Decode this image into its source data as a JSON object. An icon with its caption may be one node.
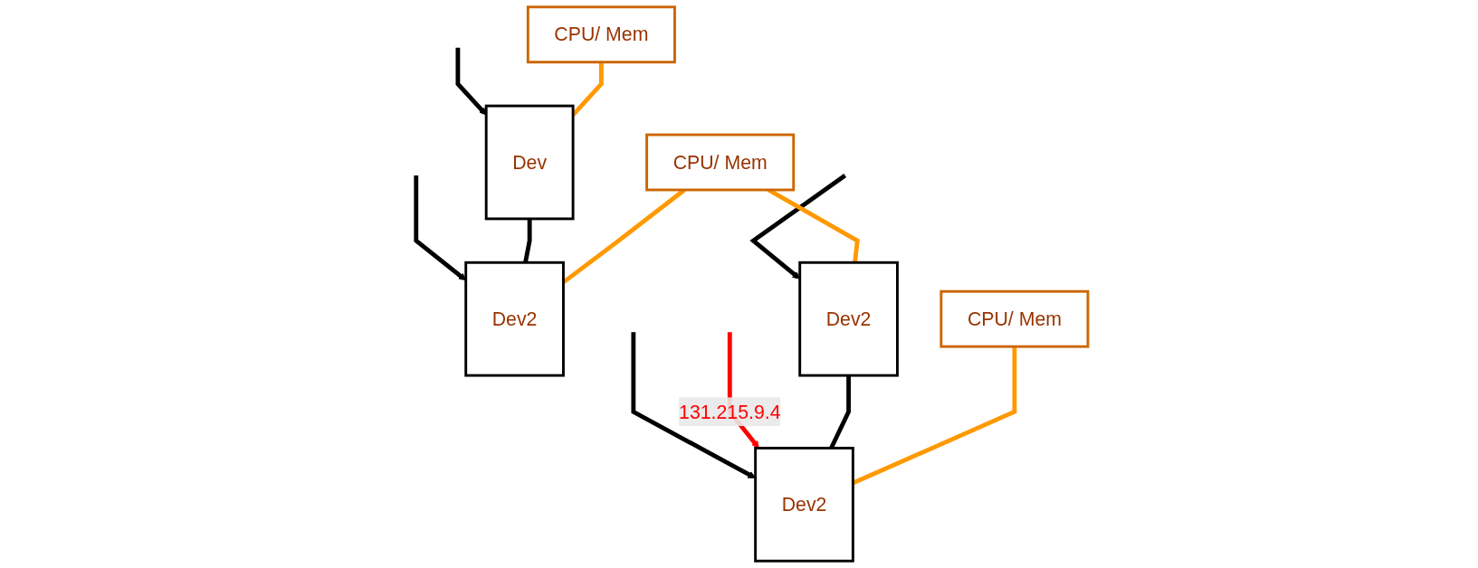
{
  "diagram": {
    "nodes": [
      {
        "text": [
          "CPU/ Mem"
        ]
      },
      {
        "text": [
          "Dev"
        ]
      },
      {
        "text": [
          "Dev2"
        ]
      },
      {
        "text": [
          "CPU/ Mem"
        ]
      },
      {
        "text": [
          "Dev2"
        ]
      },
      {
        "text": [
          "Dev2"
        ]
      },
      {
        "text": [
          "CPU/ Mem"
        ]
      }
    ],
    "edges": [
      {
        "from": null,
        "to": 1,
        "arrow": "to"
      },
      {
        "from": null,
        "to": 2,
        "arrow": "to"
      },
      {
        "from": null,
        "to": 4,
        "arrow": "to"
      },
      {
        "from": null,
        "to": 5,
        "arrow": "to"
      },
      {
        "from": null,
        "to": 5,
        "arrow": "to",
        "label": "131.215.9.4",
        "color": "#ff0000"
      },
      {
        "from": 1,
        "to": 2,
        "arrow": "none"
      },
      {
        "from": 4,
        "to": 5,
        "arrow": "none"
      },
      {
        "from": 0,
        "to": 1,
        "arrow": "none",
        "color": "#ff9900"
      },
      {
        "from": 3,
        "to": 2,
        "arrow": "none",
        "color": "#ff9900"
      },
      {
        "from": 3,
        "to": 4,
        "arrow": "none",
        "color": "#ff9900"
      },
      {
        "from": 6,
        "to": 5,
        "arrow": "none",
        "color": "#ff9900"
      }
    ]
  }
}
